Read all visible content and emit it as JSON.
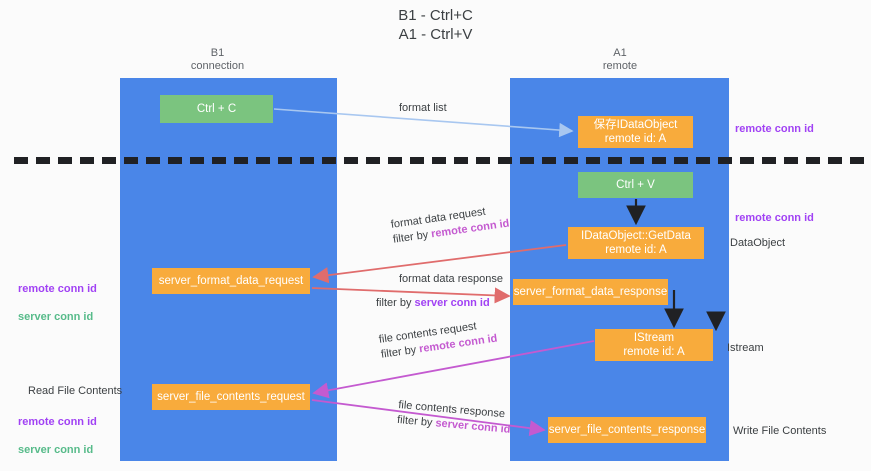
{
  "title": "B1 - Ctrl+C\nA1 - Ctrl+V",
  "lanes": {
    "left": {
      "header": "B1\nconnection",
      "color": "#4a86e8"
    },
    "right": {
      "header": "A1\nremote",
      "color": "#4a86e8"
    }
  },
  "colors": {
    "lane": "#4a86e8",
    "green_node": "#7bc47f",
    "orange_node": "#f8ab3c",
    "purple_text": "#a142f4",
    "green_text": "#57bb8a",
    "red_arrow": "#e06c6c",
    "magenta_arrow": "#c45ad0",
    "light_blue_arrow": "#a8c7f0",
    "black_arrow": "#202124",
    "divider": "#202124",
    "background": "#fbfbfb"
  },
  "nodes": {
    "ctrl_c": "Ctrl + C",
    "idataobject_store": "保存IDataObject\nremote id: A",
    "ctrl_v": "Ctrl + V",
    "getdata": "IDataObject::GetData\nremote id: A",
    "server_format_data_request": "server_format_data_request",
    "server_format_data_response": "server_format_data_response",
    "istream": "IStream\nremote id: A",
    "server_file_contents_request": "server_file_contents_request",
    "server_file_contents_response": "server_file_contents_response"
  },
  "edge_labels": {
    "format_list": "format list",
    "format_data_request": "format data request",
    "filter_by": "filter by ",
    "remote_conn_id": "remote conn id",
    "server_conn_id": "server conn id",
    "format_data_response": "format data response",
    "file_contents_request": "file contents request",
    "file_contents_response": "file contents response"
  },
  "annotations": {
    "right_remote_conn_id_top": "remote conn id",
    "right_remote_conn_id_mid": "remote conn id",
    "right_dataobject": "DataObject",
    "right_istream": "Istream",
    "right_write_file_contents": "Write File Contents",
    "left_remote_conn_id": "remote conn id",
    "left_server_conn_id": "server conn id",
    "left_read_file_contents": "Read File Contents",
    "left_remote_conn_id_2": "remote conn id",
    "left_server_conn_id_2": "server conn id"
  }
}
